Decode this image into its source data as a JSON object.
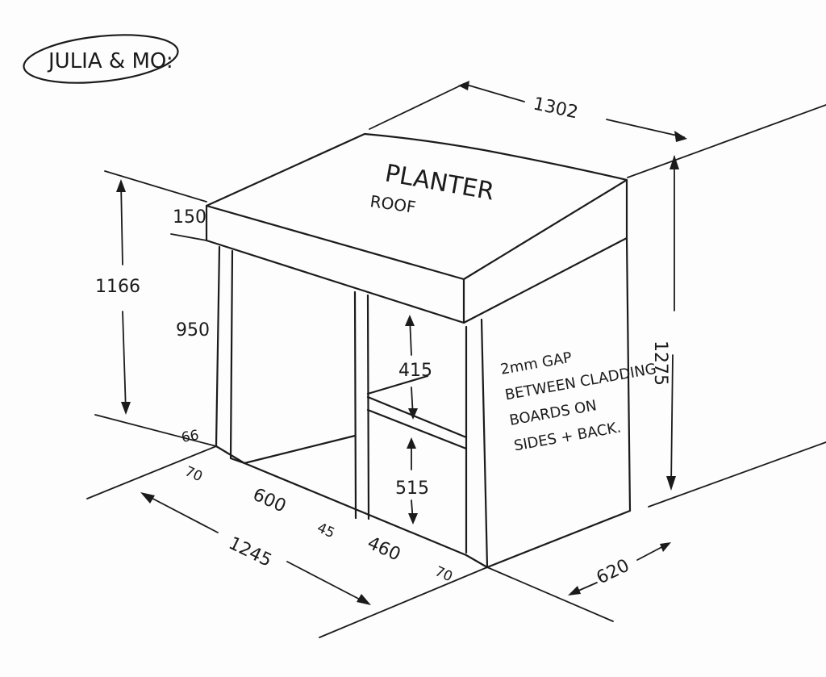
{
  "tag": "JULIA & MO:",
  "roof_title": "PLANTER",
  "roof_sub": "ROOF",
  "note": [
    "2mm GAP",
    "BETWEEN CLADDING",
    "BOARDS ON",
    "SIDES + BACK."
  ],
  "dims": {
    "top_width": "1302",
    "overall_height": "1275",
    "left_total_height": "1166",
    "roof_thickness": "150",
    "opening_height": "950",
    "base_height": "66",
    "upper_shelf": "415",
    "lower_shelf": "515",
    "post_left": "70",
    "bay_left": "600",
    "post_mid": "45",
    "bay_right": "460",
    "post_right": "70",
    "overall_length": "1245",
    "depth": "620"
  }
}
